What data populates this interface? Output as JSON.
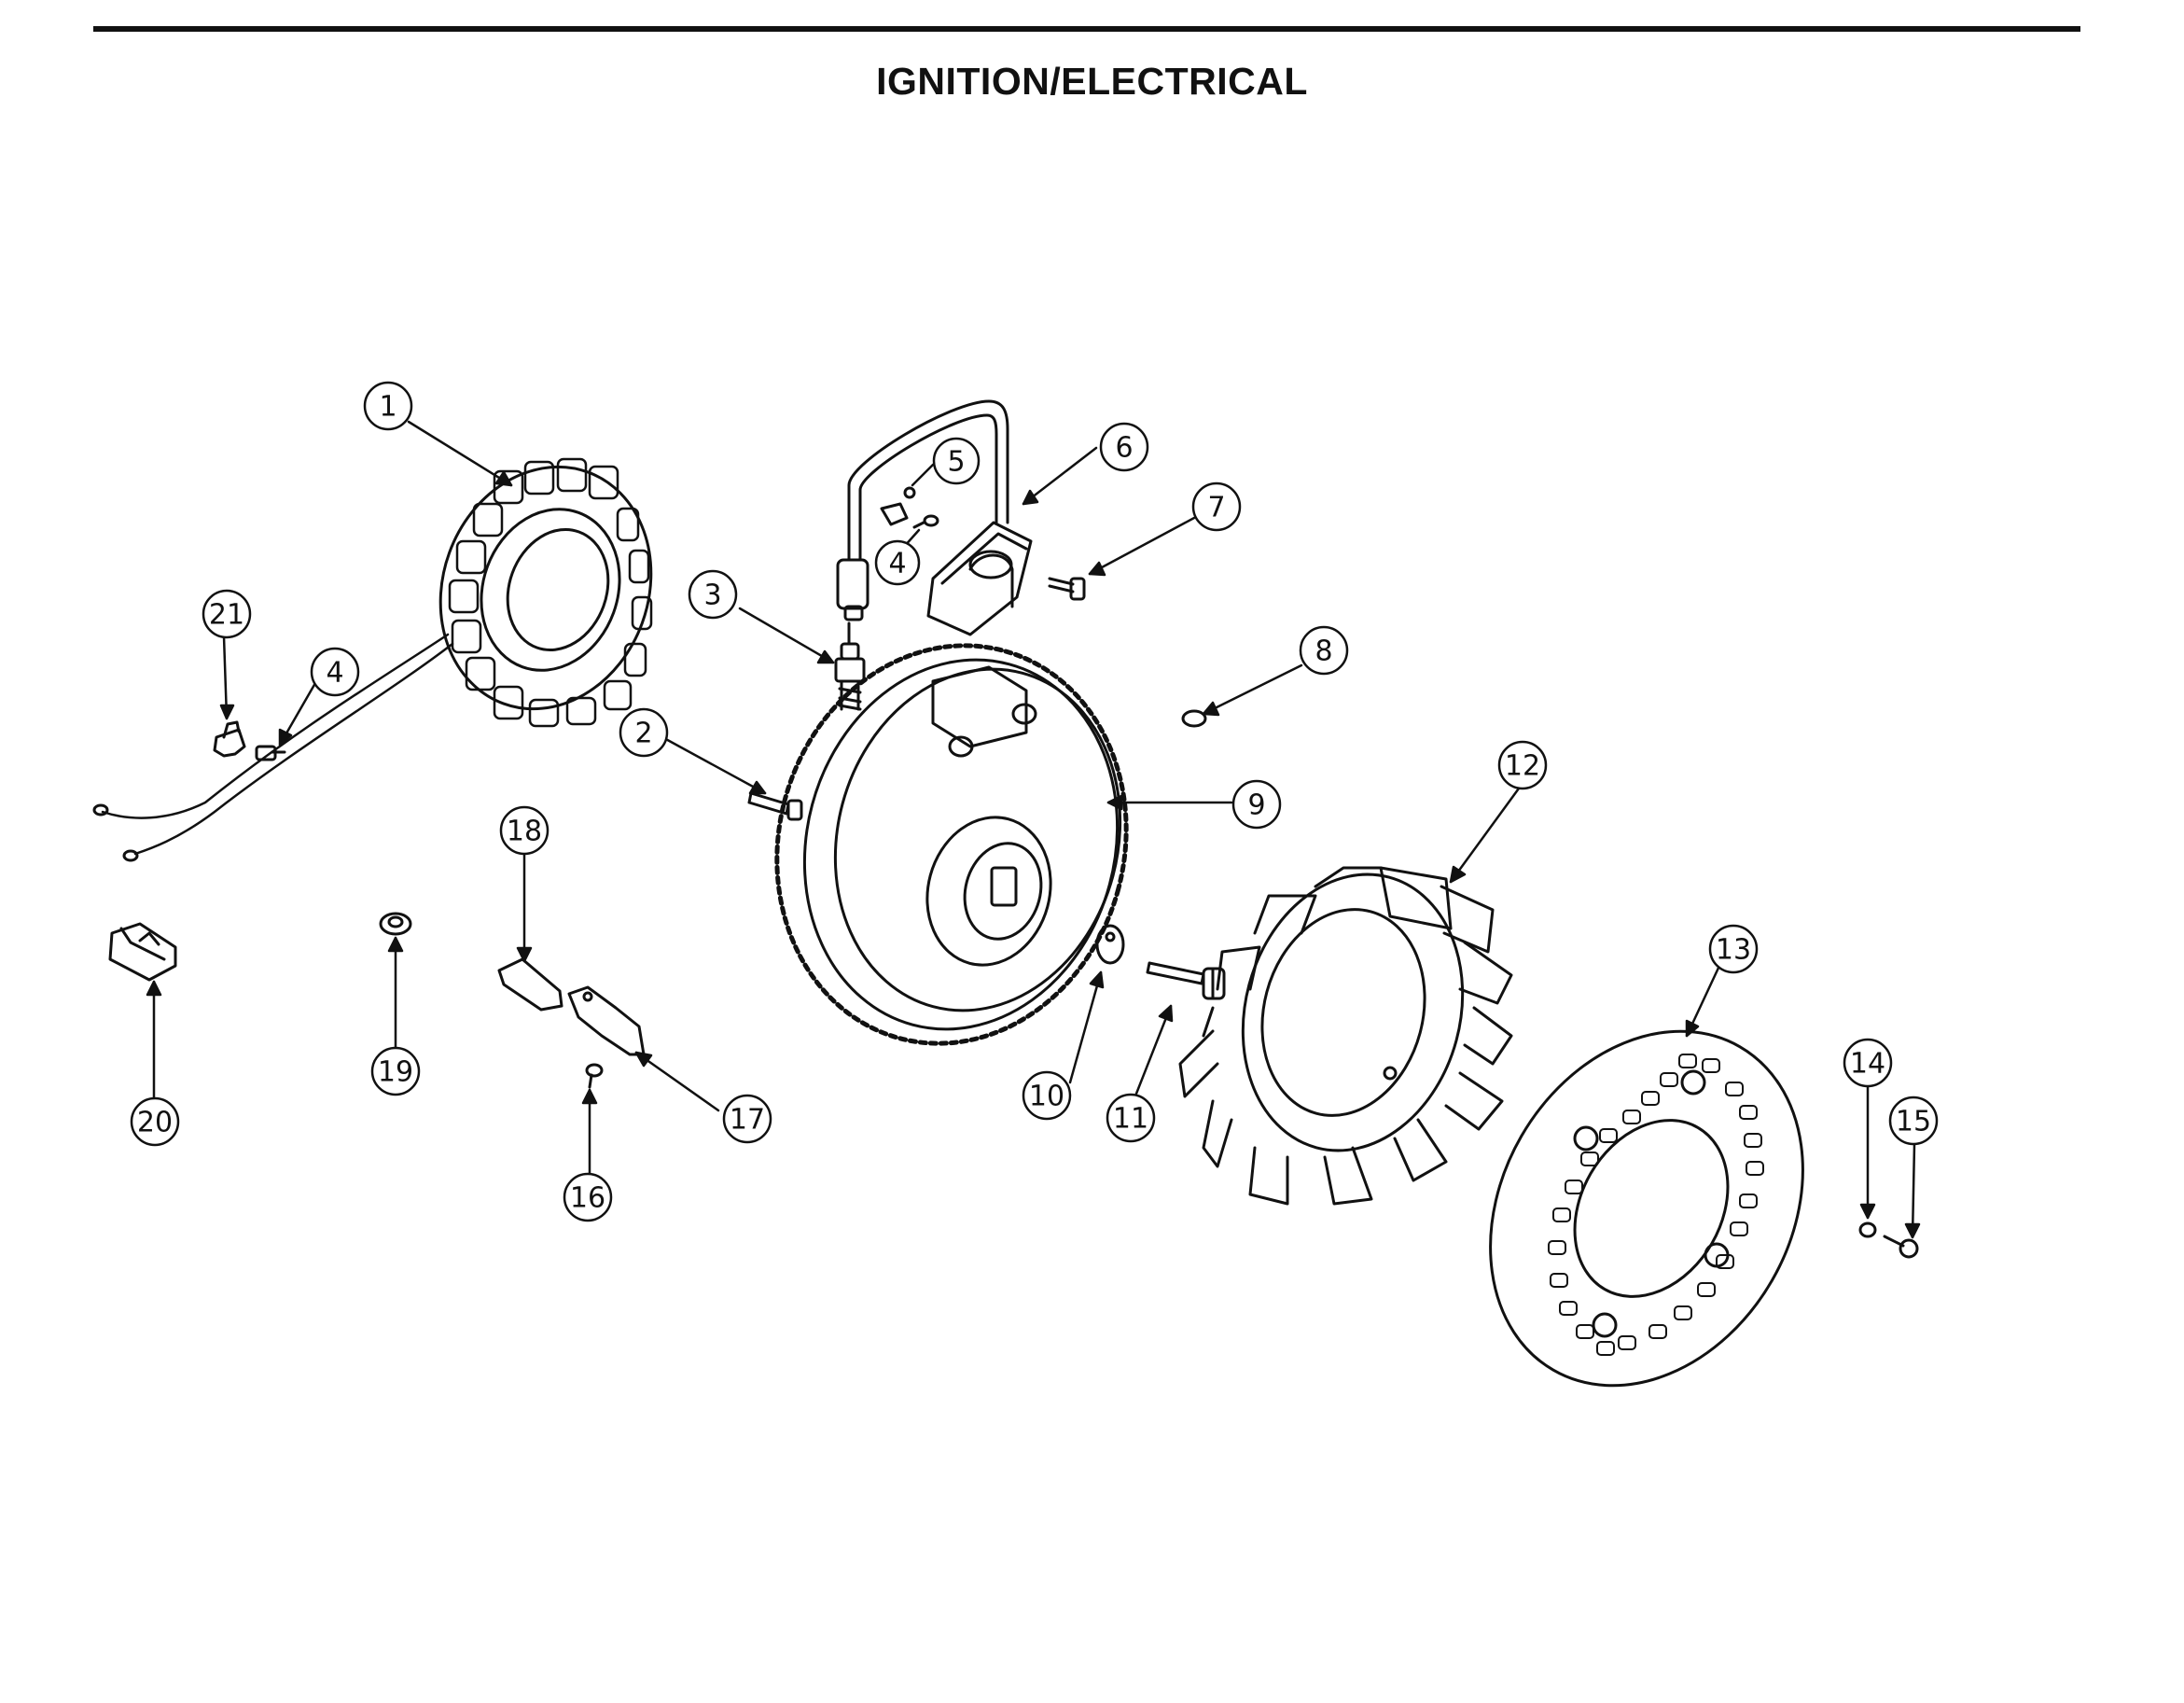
{
  "page": {
    "title": "IGNITION/ELECTRICAL"
  },
  "callouts": [
    {
      "id": "c1",
      "label": "1",
      "part": "stator"
    },
    {
      "id": "c2",
      "label": "2",
      "part": "screw"
    },
    {
      "id": "c3",
      "label": "3",
      "part": "spark-plug"
    },
    {
      "id": "c4a",
      "label": "4",
      "part": "screw"
    },
    {
      "id": "c4b",
      "label": "4",
      "part": "screw"
    },
    {
      "id": "c5",
      "label": "5",
      "part": "clip"
    },
    {
      "id": "c6",
      "label": "6",
      "part": "ignition-coil"
    },
    {
      "id": "c7",
      "label": "7",
      "part": "bolt"
    },
    {
      "id": "c8",
      "label": "8",
      "part": "washer"
    },
    {
      "id": "c9",
      "label": "9",
      "part": "flywheel"
    },
    {
      "id": "c10",
      "label": "10",
      "part": "washer"
    },
    {
      "id": "c11",
      "label": "11",
      "part": "bolt"
    },
    {
      "id": "c12",
      "label": "12",
      "part": "fan"
    },
    {
      "id": "c13",
      "label": "13",
      "part": "screen"
    },
    {
      "id": "c14",
      "label": "14",
      "part": "nut"
    },
    {
      "id": "c15",
      "label": "15",
      "part": "screw"
    },
    {
      "id": "c16",
      "label": "16",
      "part": "screw"
    },
    {
      "id": "c17",
      "label": "17",
      "part": "bracket"
    },
    {
      "id": "c18",
      "label": "18",
      "part": "plate"
    },
    {
      "id": "c19",
      "label": "19",
      "part": "nut"
    },
    {
      "id": "c20",
      "label": "20",
      "part": "clamp"
    },
    {
      "id": "c21",
      "label": "21",
      "part": "clamp"
    }
  ],
  "colors": {
    "ink": "#111111",
    "paper": "#ffffff"
  }
}
